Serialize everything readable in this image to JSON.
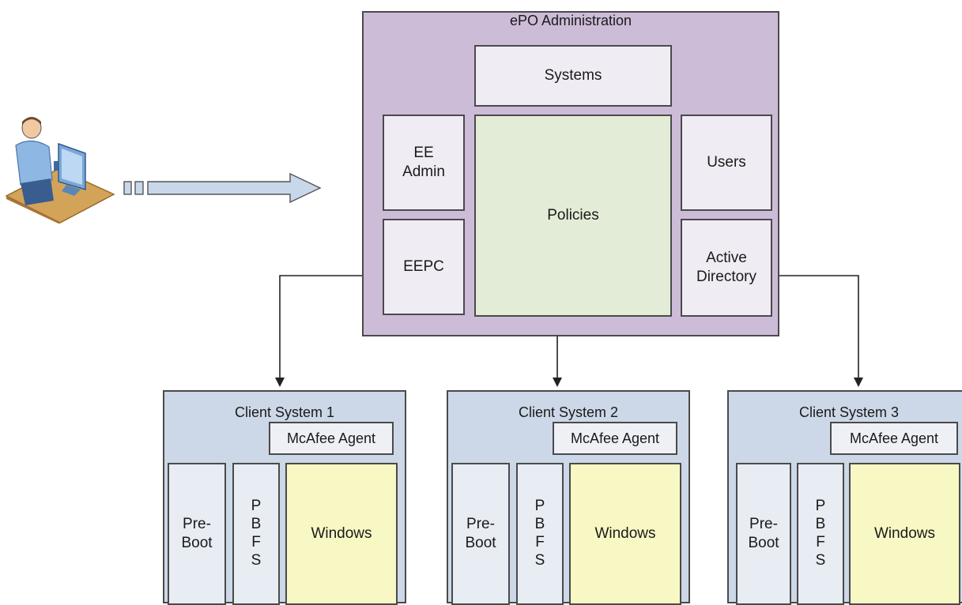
{
  "epo": {
    "title": "ePO Administration",
    "systems": "Systems",
    "ee_admin": "EE\nAdmin",
    "eepc": "EEPC",
    "policies": "Policies",
    "users": "Users",
    "active_directory": "Active\nDirectory"
  },
  "clients": [
    {
      "title": "Client System 1",
      "agent": "McAfee Agent",
      "preboot": "Pre-\nBoot",
      "pbfs": [
        "P",
        "B",
        "F",
        "S"
      ],
      "windows": "Windows"
    },
    {
      "title": "Client System 2",
      "agent": "McAfee Agent",
      "preboot": "Pre-\nBoot",
      "pbfs": [
        "P",
        "B",
        "F",
        "S"
      ],
      "windows": "Windows"
    },
    {
      "title": "Client System 3",
      "agent": "McAfee Agent",
      "preboot": "Pre-\nBoot",
      "pbfs": [
        "P",
        "B",
        "F",
        "S"
      ],
      "windows": "Windows"
    }
  ],
  "icons": {
    "admin": "admin-at-desk-icon",
    "arrow": "block-arrow-icon"
  },
  "colors": {
    "epo_bg": "#cdbcd8",
    "policies_bg": "#e3ecd6",
    "client_bg": "#ccd8e7",
    "windows_bg": "#f8f8c4",
    "arrow_fill": "#c9d7ea"
  }
}
